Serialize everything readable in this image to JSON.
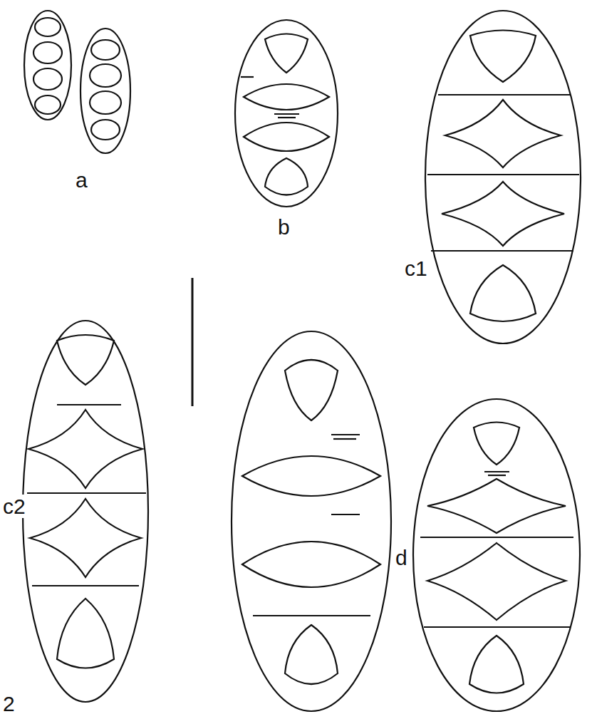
{
  "diagram": {
    "labels": [
      "a",
      "b",
      "c1",
      "c2",
      "d",
      "2"
    ]
  }
}
